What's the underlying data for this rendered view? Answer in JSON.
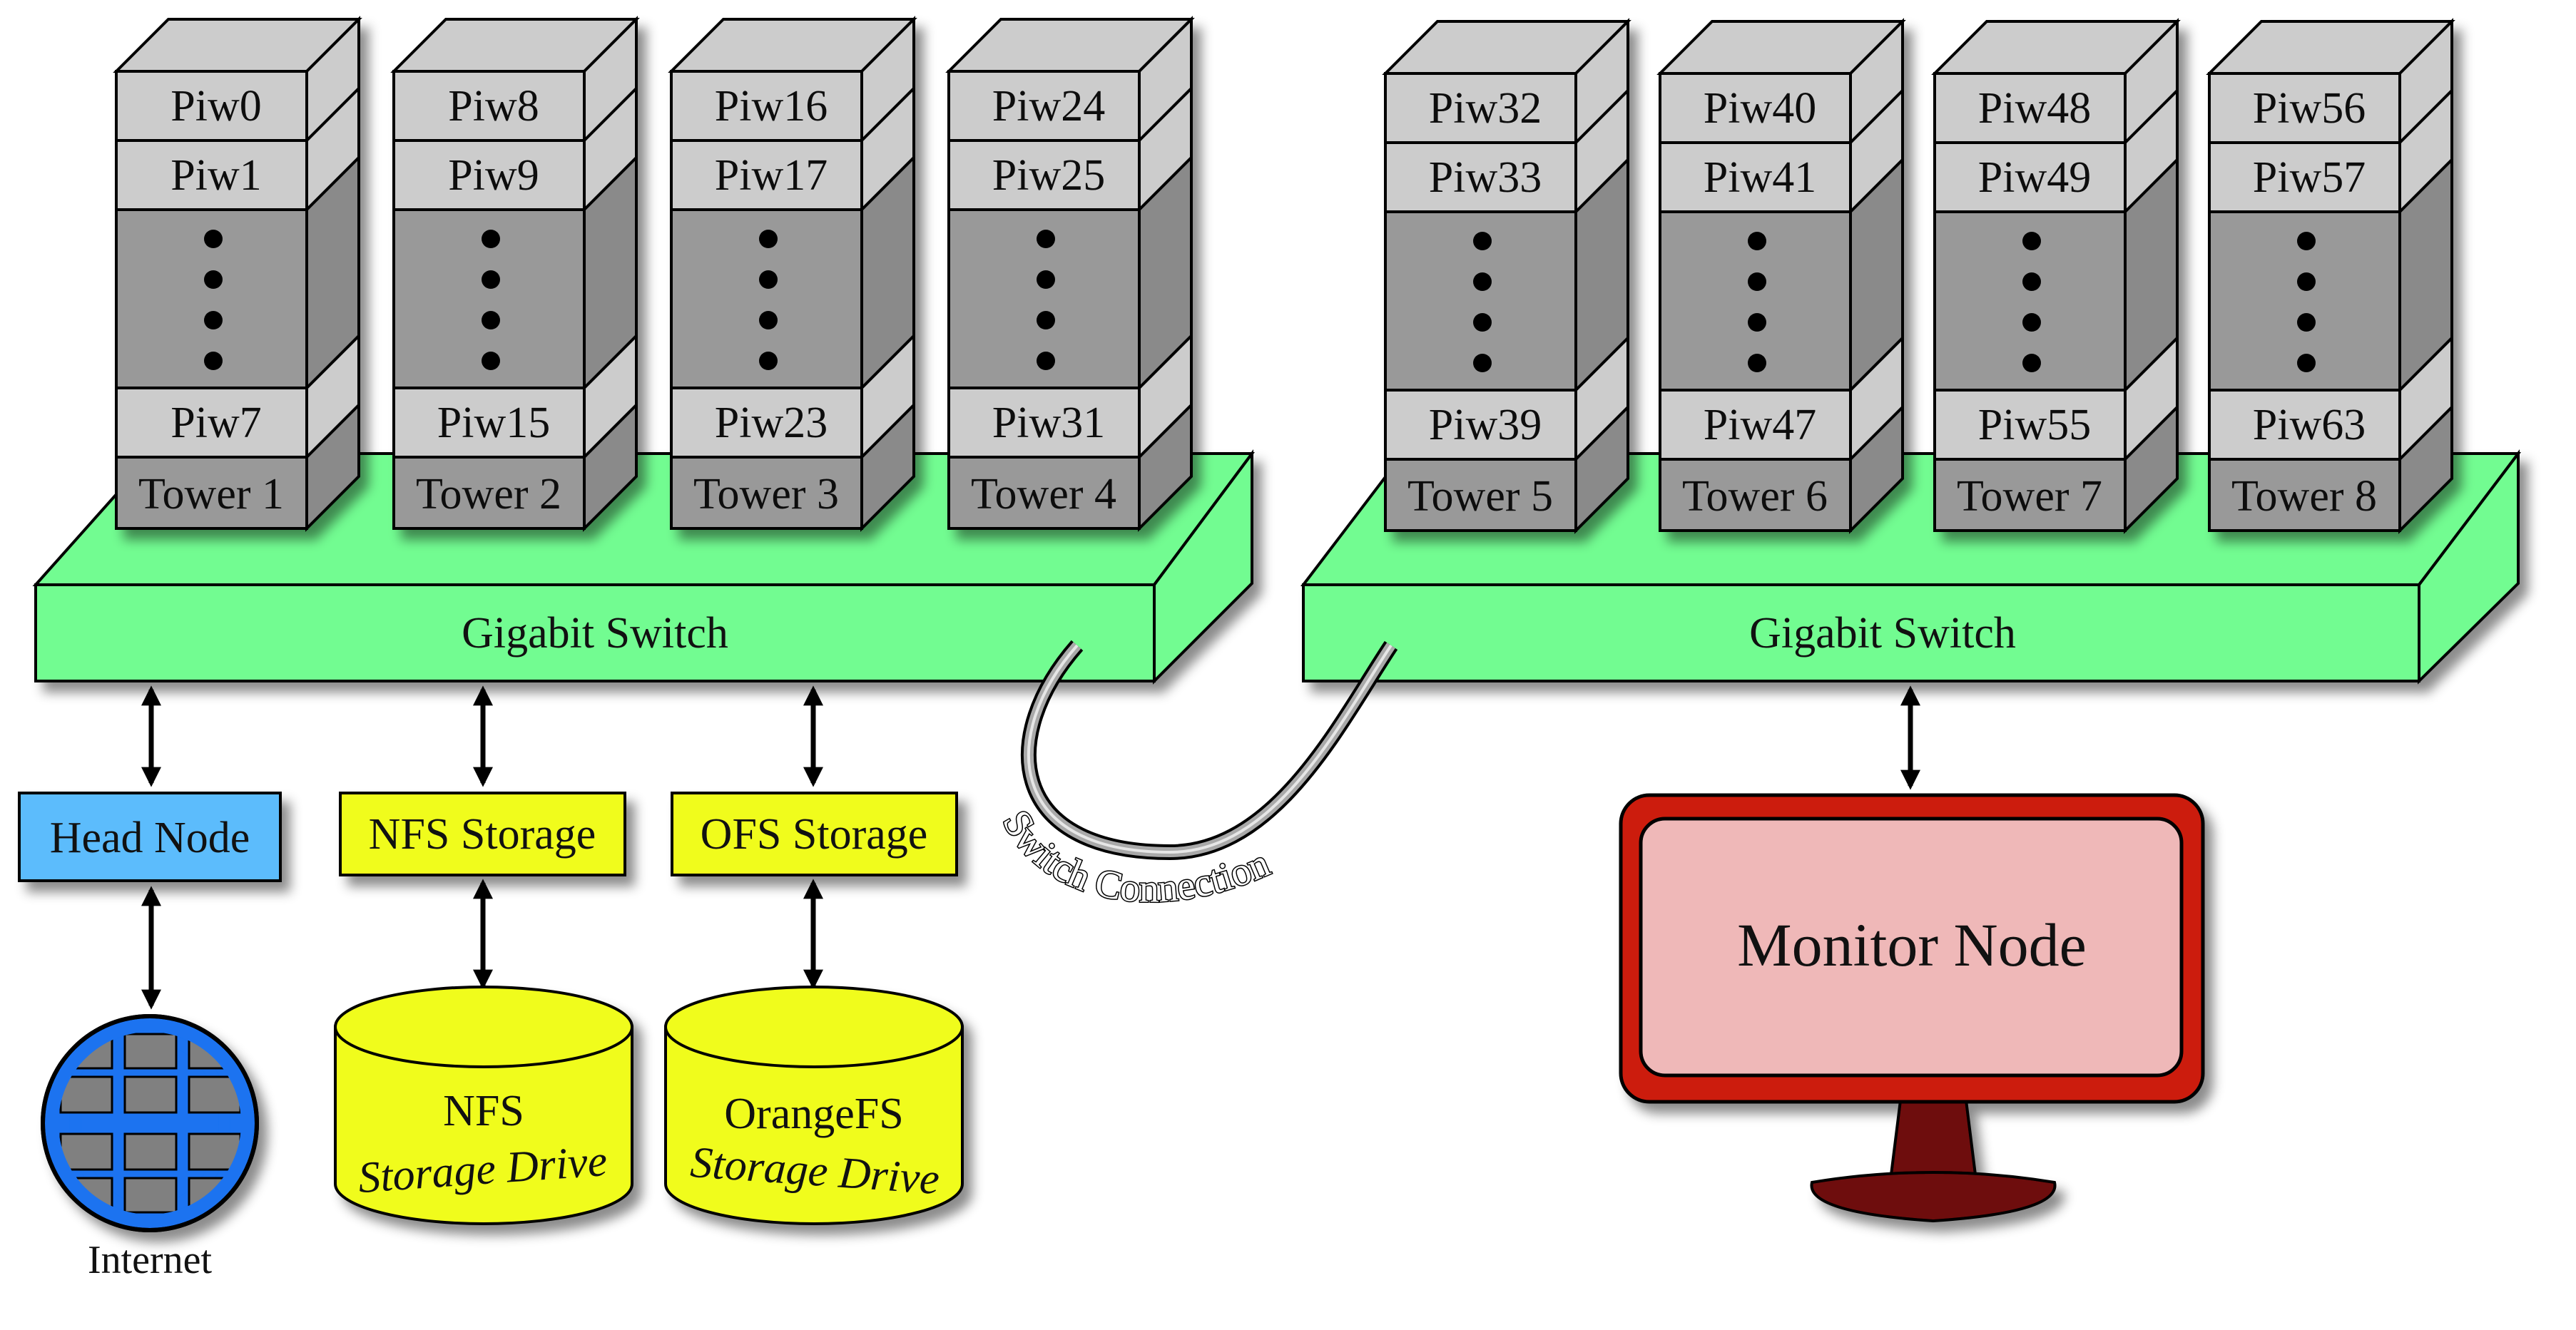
{
  "diagram": {
    "switches": [
      {
        "label": "Gigabit Switch"
      },
      {
        "label": "Gigabit Switch"
      }
    ],
    "towers": [
      {
        "label": "Tower 1",
        "nodes": [
          "Piw0",
          "Piw1",
          "Piw7"
        ]
      },
      {
        "label": "Tower 2",
        "nodes": [
          "Piw8",
          "Piw9",
          "Piw15"
        ]
      },
      {
        "label": "Tower 3",
        "nodes": [
          "Piw16",
          "Piw17",
          "Piw23"
        ]
      },
      {
        "label": "Tower 4",
        "nodes": [
          "Piw24",
          "Piw25",
          "Piw31"
        ]
      },
      {
        "label": "Tower 5",
        "nodes": [
          "Piw32",
          "Piw33",
          "Piw39"
        ]
      },
      {
        "label": "Tower 6",
        "nodes": [
          "Piw40",
          "Piw41",
          "Piw47"
        ]
      },
      {
        "label": "Tower 7",
        "nodes": [
          "Piw48",
          "Piw49",
          "Piw55"
        ]
      },
      {
        "label": "Tower 8",
        "nodes": [
          "Piw56",
          "Piw57",
          "Piw63"
        ]
      }
    ],
    "head_node": "Head Node",
    "nfs_storage": "NFS Storage",
    "ofs_storage": "OFS Storage",
    "nfs_drive": [
      "NFS",
      "Storage Drive"
    ],
    "orangefs_drive": [
      "OrangeFS",
      "Storage Drive"
    ],
    "internet": "Internet",
    "switch_connection": "Switch Connection",
    "monitor_node": "Monitor Node"
  },
  "colors": {
    "switch": "#72fc91",
    "node_light": "#cccccc",
    "node_dark": "#999999",
    "head_node": "#5cbcfc",
    "storage": "#f0fc1c",
    "globe": "#1a73f0",
    "monitor_frame": "#cc1b0c",
    "monitor_screen": "#efb8b8",
    "monitor_stand": "#6e0a0a"
  }
}
